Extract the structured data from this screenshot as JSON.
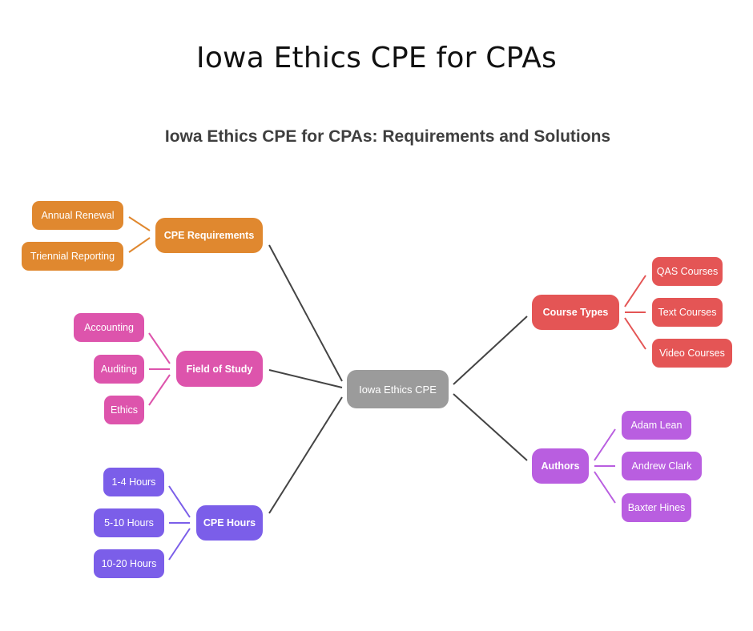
{
  "title": "Iowa Ethics CPE for CPAs",
  "subtitle": "Iowa Ethics CPE for CPAs: Requirements and Solutions",
  "colors": {
    "center": "#9b9b9b",
    "requirements": "#e0882f",
    "field": "#dd54ac",
    "hours": "#7b5ee9",
    "course_types": "#e45555",
    "authors": "#b95ee0",
    "trunk_line": "#444444"
  },
  "mindmap": {
    "center": "Iowa Ethics CPE",
    "branches": [
      {
        "label": "CPE Requirements",
        "children": [
          "Annual Renewal",
          "Triennial Reporting"
        ]
      },
      {
        "label": "Field of Study",
        "children": [
          "Accounting",
          "Auditing",
          "Ethics"
        ]
      },
      {
        "label": "CPE Hours",
        "children": [
          "1-4 Hours",
          "5-10 Hours",
          "10-20 Hours"
        ]
      },
      {
        "label": "Course Types",
        "children": [
          "QAS Courses",
          "Text Courses",
          "Video Courses"
        ]
      },
      {
        "label": "Authors",
        "children": [
          "Adam Lean",
          "Andrew Clark",
          "Baxter Hines"
        ]
      }
    ]
  }
}
